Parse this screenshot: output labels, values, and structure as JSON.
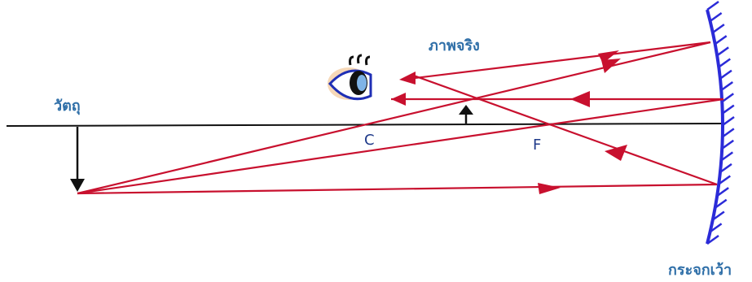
{
  "labels": {
    "real_image": "ภาพจริง",
    "object": "วัตถุ",
    "concave_mirror": "กระจกเว้า",
    "center_of_curvature": "C",
    "focal_point": "F"
  },
  "colors": {
    "ray": "#c8102e",
    "mirror": "#2b2bd8",
    "axis": "#111111",
    "label": "#2f6fa8",
    "point_label": "#1f3a8a"
  },
  "icons": {
    "observer": "eye-icon"
  }
}
